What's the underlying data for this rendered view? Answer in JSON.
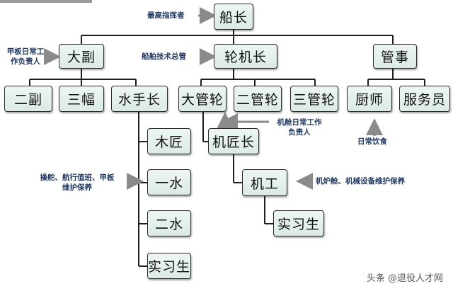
{
  "org_chart": {
    "captain": "船长",
    "chief_officer": "大副",
    "chief_engineer": "轮机长",
    "purser": "管事",
    "second_officer": "二副",
    "third_officer": "三幅",
    "boatswain": "水手长",
    "second_engineer": "大管轮",
    "third_engineer": "二管轮",
    "fourth_engineer": "三管轮",
    "cook": "厨师",
    "steward": "服务员",
    "carpenter": "木匠",
    "ab_seaman": "一水",
    "os_seaman": "二水",
    "deck_cadet": "实习生",
    "chief_mechanic": "机匠长",
    "mechanic": "机工",
    "engine_cadet": "实习生"
  },
  "notes": {
    "captain_note": "最高指挥者",
    "chief_officer_note_1": "甲板日常工",
    "chief_officer_note_2": "作负责人",
    "chief_engineer_note": "船舶技术总管",
    "second_engineer_note_1": "机舱日常工作",
    "second_engineer_note_2": "负责人",
    "catering_note": "日常饮食",
    "deck_duty_note_1": "操舵、航行值班、甲板",
    "deck_duty_note_2": "维护保养",
    "engine_duty_note": "机炉舱、机械设备维护保养"
  },
  "watermark": "头条 @退役人才网"
}
